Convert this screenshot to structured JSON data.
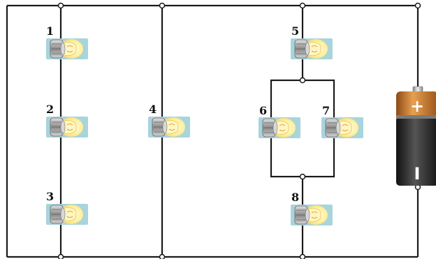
{
  "bulbs": [
    {
      "id": "1",
      "label": "1"
    },
    {
      "id": "2",
      "label": "2"
    },
    {
      "id": "3",
      "label": "3"
    },
    {
      "id": "4",
      "label": "4"
    },
    {
      "id": "5",
      "label": "5"
    },
    {
      "id": "6",
      "label": "6"
    },
    {
      "id": "7",
      "label": "7"
    },
    {
      "id": "8",
      "label": "8"
    }
  ],
  "battery": {
    "positive": "+",
    "negative": "I"
  },
  "colors": {
    "wire": "#1a1a1a",
    "bulb_bg": "#a8d4dc",
    "glass": "#fff4b0",
    "glow": "#ffe680",
    "base": "#9a9a9a",
    "battery_cap": "#c8782a",
    "battery_body": "#2a2a2a"
  }
}
